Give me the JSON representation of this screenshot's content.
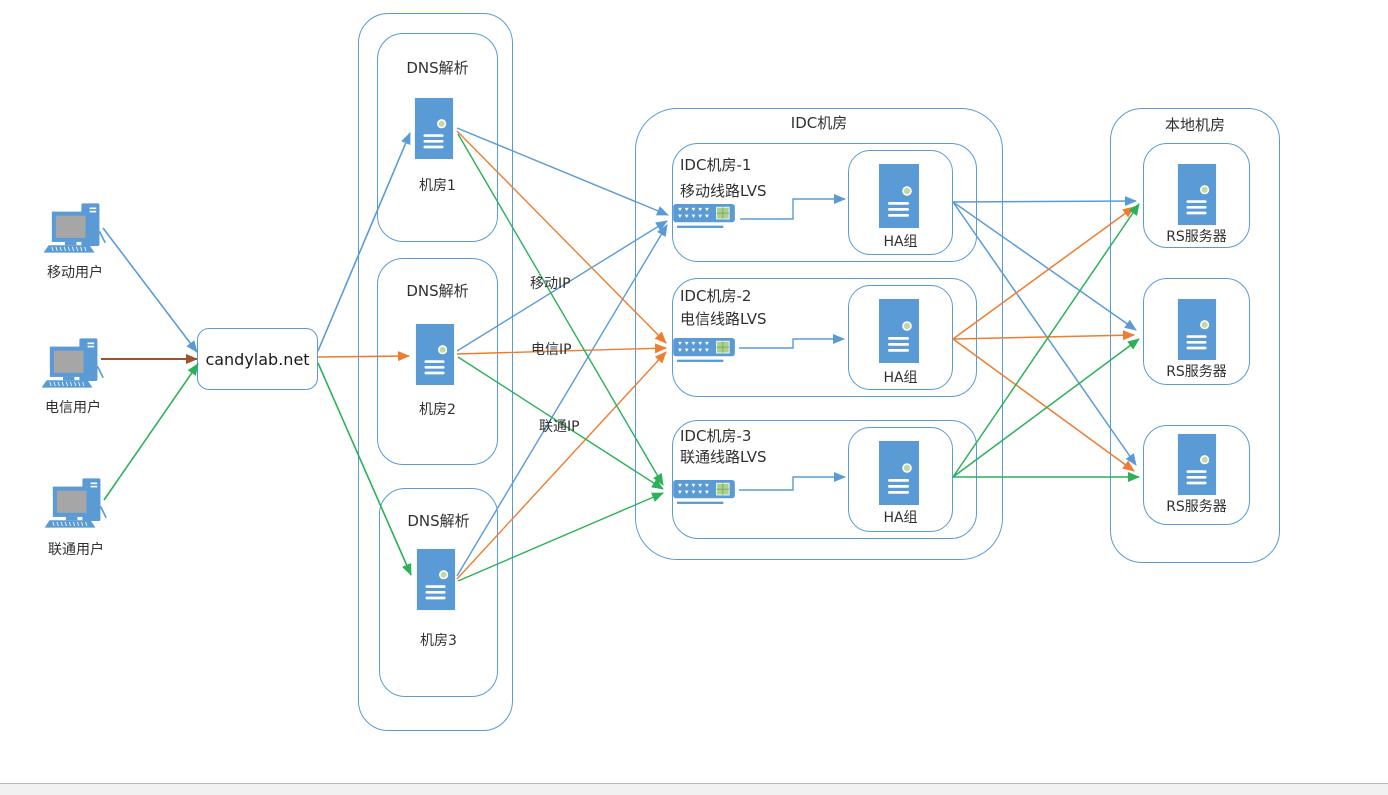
{
  "users": [
    {
      "label": "移动用户"
    },
    {
      "label": "电信用户"
    },
    {
      "label": "联通用户"
    }
  ],
  "domain_box": {
    "label": "candylab.net"
  },
  "dns": {
    "rooms": [
      {
        "title": "DNS解析",
        "label": "机房1"
      },
      {
        "title": "DNS解析",
        "label": "机房2"
      },
      {
        "title": "DNS解析",
        "label": "机房3"
      }
    ]
  },
  "route_labels": [
    {
      "label": "移动IP"
    },
    {
      "label": "电信IP"
    },
    {
      "label": "联通IP"
    }
  ],
  "idc": {
    "title": "IDC机房",
    "rooms": [
      {
        "name": "IDC机房-1",
        "line": "移动线路LVS",
        "ha": "HA组"
      },
      {
        "name": "IDC机房-2",
        "line": "电信线路LVS",
        "ha": "HA组"
      },
      {
        "name": "IDC机房-3",
        "line": "联通线路LVS",
        "ha": "HA组"
      }
    ]
  },
  "local_room": {
    "title": "本地机房",
    "servers": [
      {
        "label": "RS服务器"
      },
      {
        "label": "RS服务器"
      },
      {
        "label": "RS服务器"
      }
    ]
  },
  "colors": {
    "blue": "#5B9BD5",
    "orange": "#ED7D31",
    "brown": "#A0522D",
    "green": "#2BB157",
    "box_border": "#5B9BD5"
  }
}
